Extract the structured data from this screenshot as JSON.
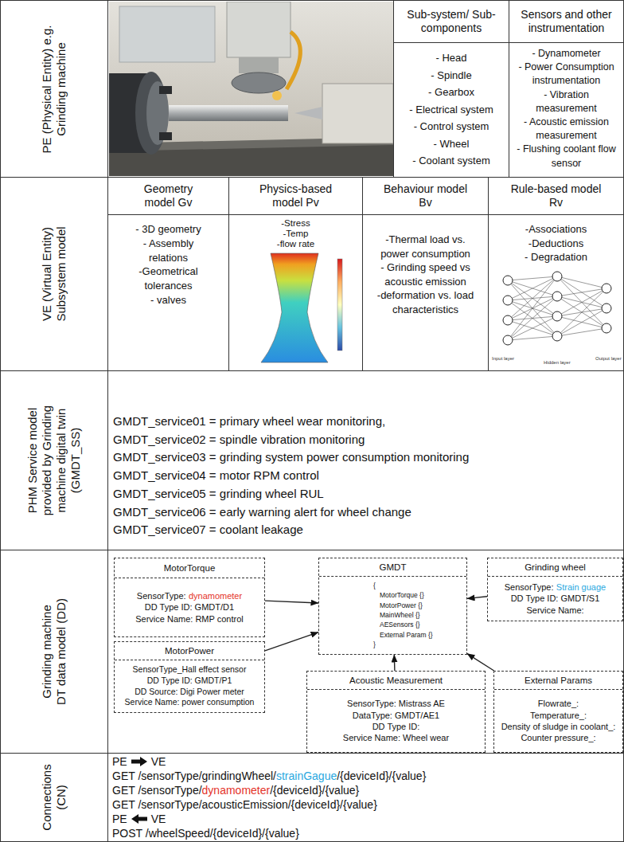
{
  "diagram": {
    "nodes": [
      {
        "text": [
          "PE (Physical Entity) e.g. Grinding machine"
        ]
      },
      {
        "text": [
          "Sub-system/ Sub-components",
          "- Head",
          "- Spindle",
          "- Gearbox",
          "- Electrical system",
          "- Control system",
          "- Wheel",
          "- Coolant system"
        ]
      },
      {
        "text": [
          "Sensors and other instrumentation",
          "- Dynamometer",
          "- Power Consumption instrumentation",
          "- Vibration measurement",
          "- Acoustic emission measurement",
          "- Flushing coolant flow sensor"
        ]
      },
      {
        "text": [
          "VE (Virtual Entity) Subsystem model"
        ]
      },
      {
        "text": [
          "Geometry model Gv",
          "- 3D geometry",
          "- Assembly relations",
          "-Geometrical tolerances",
          "- valves"
        ]
      },
      {
        "text": [
          "Physics-based model Pv",
          "-Stress",
          "-Temp",
          "-flow rate"
        ]
      },
      {
        "text": [
          "Behaviour model Bv",
          "-Thermal load vs. power consumption",
          "- Grinding speed vs acoustic emission",
          "-deformation vs. load characteristics"
        ]
      },
      {
        "text": [
          "Rule-based model Rv",
          "-Associations",
          "-Deductions",
          "- Degradation"
        ]
      },
      {
        "text": [
          "PHM Service model provided by Grinding machine digital twin (GMDT_SS)"
        ]
      },
      {
        "text": [
          "GMDT_service01 = primary wheel wear monitoring,",
          "GMDT_service02 = spindle vibration monitoring",
          "GMDT_service03 = grinding system power consumption monitoring",
          "GMDT_service04 = motor RPM control",
          "GMDT_service05 = grinding wheel RUL",
          "GMDT_service06 = early warning alert for wheel change",
          "GMDT_service07 = coolant leakage"
        ]
      },
      {
        "text": [
          "Grinding machine DT data model (DD)"
        ]
      },
      {
        "text": [
          "MotorTorque",
          "SensorType:",
          "dynamometer",
          "DD Type ID: GMDT/D1",
          "Service Name: RMP control"
        ]
      },
      {
        "text": [
          "GMDT",
          "{",
          "MotorTorque {}",
          "MotorPower {}",
          "MainWheel {}",
          "AESensors {}",
          "External Param {}",
          "}"
        ]
      },
      {
        "text": [
          "Grinding wheel",
          "SensorType:",
          "Strain guage",
          "DD Type ID: GMDT/S1",
          "Service Name:"
        ]
      },
      {
        "text": [
          "MotorPower",
          "SensorType_Hall effect sensor",
          "DD Type ID: GMDT/P1",
          "DD Source: Digi Power meter",
          "Service Name: power consumption"
        ]
      },
      {
        "text": [
          "Acoustic Measurement",
          "SensorType: Mistrass AE",
          "DataType: GMDT/AE1",
          "DD Type ID:",
          "Service Name: Wheel wear"
        ]
      },
      {
        "text": [
          "External Params",
          "Flowrate_:",
          "Temperature_:",
          "Density of sludge in coolant_:",
          "Counter pressure_:"
        ]
      },
      {
        "text": [
          "Connections (CN)"
        ]
      },
      {
        "text": [
          "PE",
          "VE",
          "GET /sensorType/grindingWheel/",
          "strainGague",
          "/{deviceId}/{value}",
          "GET /sensorType/",
          "dynamometer",
          "/{deviceId}/{value}",
          "GET /sensorType/acousticEmission/{deviceId}/{value}",
          "PE",
          "VE",
          "POST /wheelSpeed/{deviceId}/{value}"
        ]
      }
    ],
    "edges": [
      {
        "from": 11,
        "to": 12,
        "arrow": "to"
      },
      {
        "from": 13,
        "to": 12,
        "arrow": "to"
      },
      {
        "from": 14,
        "to": 12,
        "arrow": "to"
      },
      {
        "from": 15,
        "to": 12,
        "arrow": "to"
      },
      {
        "from": 16,
        "to": 12,
        "arrow": "to"
      }
    ],
    "labels": [
      "Input layer",
      "Hidden layer",
      "Output layer"
    ]
  }
}
